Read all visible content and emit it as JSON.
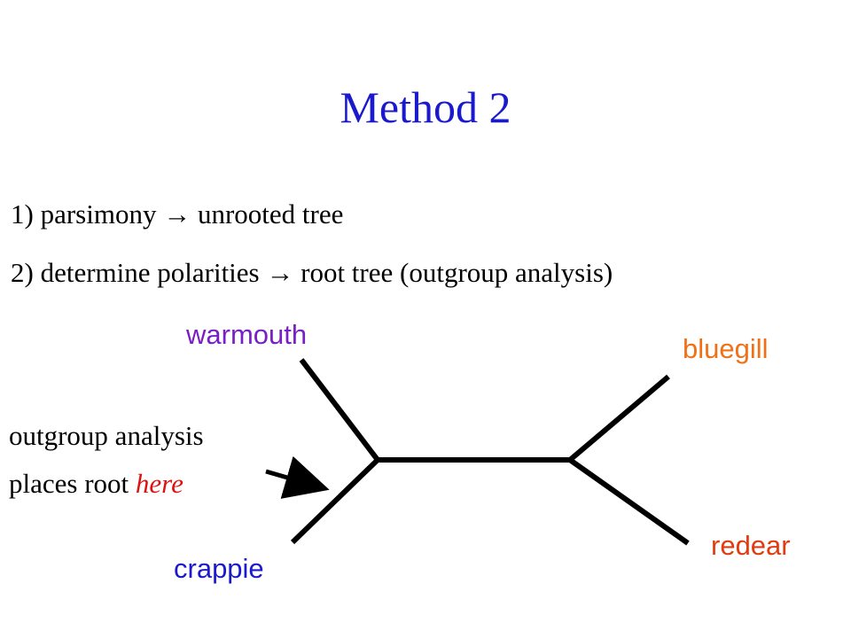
{
  "slide": {
    "title": "Method 2",
    "steps": [
      "1) parsimony → unrooted tree",
      "2) determine polarities → root tree (outgroup analysis)"
    ],
    "annotation": {
      "line1": "outgroup analysis",
      "line2_prefix": "places root ",
      "line2_emph": "here"
    },
    "taxa": {
      "warmouth": "warmouth",
      "bluegill": "bluegill",
      "crappie": "crappie",
      "redear": "redear"
    }
  },
  "colors": {
    "title": "#1a1acc",
    "warmouth": "#7a1fc4",
    "bluegill": "#f07016",
    "crappie": "#1a1acc",
    "redear": "#e03c10",
    "emph": "#dd1111"
  }
}
